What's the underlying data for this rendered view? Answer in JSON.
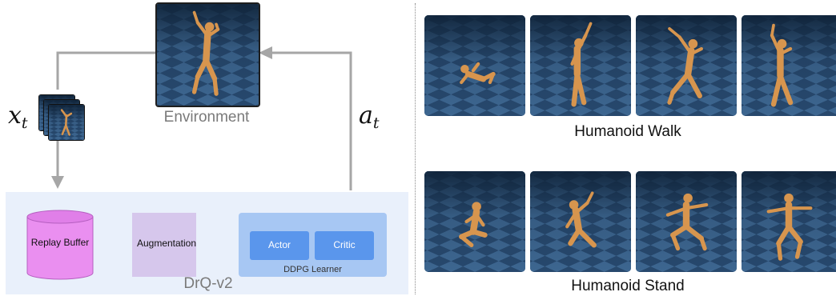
{
  "pipeline": {
    "environment_label": "Environment",
    "observation_symbol": "x",
    "observation_subscript": "t",
    "action_symbol": "a",
    "action_subscript": "t",
    "agent_label": "DrQ-v2",
    "replay_buffer_label": "Replay Buffer",
    "augmentation_label": "Augmentation",
    "learner_label": "DDPG Learner",
    "actor_label": "Actor",
    "critic_label": "Critic"
  },
  "tasks": [
    {
      "caption": "Humanoid Walk",
      "frames": [
        "fallen",
        "walk-arm-up",
        "stride",
        "walk-upright"
      ]
    },
    {
      "caption": "Humanoid Stand",
      "frames": [
        "kneel",
        "crouch",
        "rising",
        "arms-out"
      ]
    }
  ],
  "colors": {
    "arrow": "#a6a6a6",
    "agent_panel": "#e9f0fb",
    "replay_buffer": "#ea8ff0",
    "augmentation": "#d6c7ec",
    "learner_panel": "#a7c7f3",
    "actor_critic": "#5a96ec",
    "floor_dark": "#1d3550",
    "floor_light": "#5c7fa3",
    "body": "#d7954e"
  }
}
